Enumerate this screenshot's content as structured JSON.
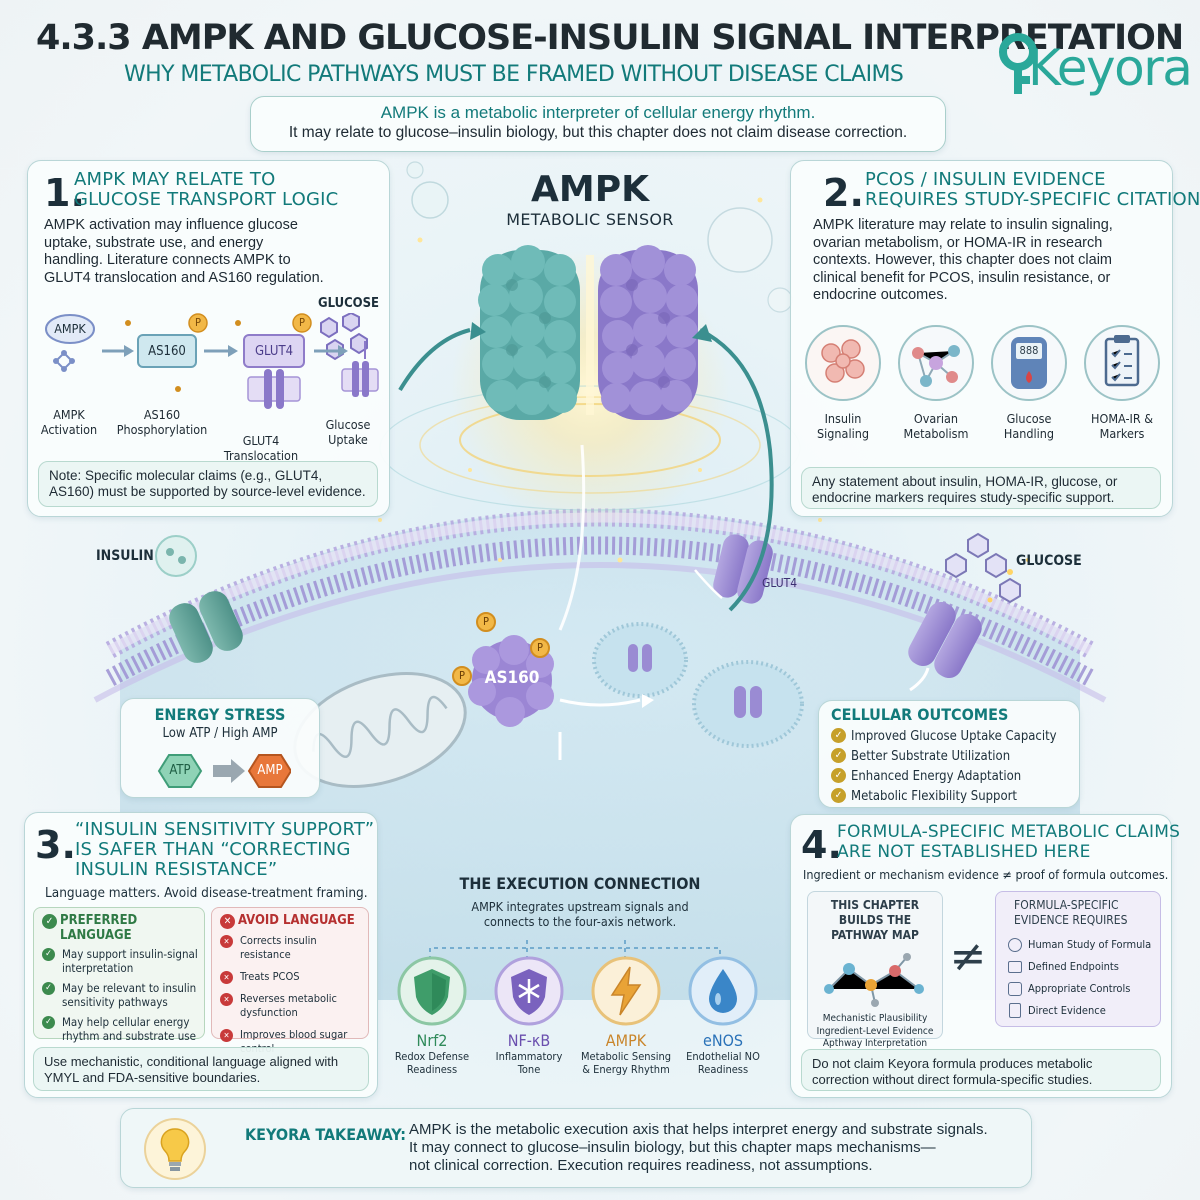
{
  "header": {
    "title": "4.3.3 AMPK AND GLUCOSE-INSULIN SIGNAL INTERPRETATION",
    "subtitle": "WHY METABOLIC PATHWAYS MUST BE FRAMED WITHOUT DISEASE CLAIMS",
    "brand": "Keyora"
  },
  "banner": {
    "line1": "AMPK is a metabolic interpreter of cellular energy rhythm.",
    "line2": "It may relate to glucose–insulin biology, but this chapter does not claim disease correction."
  },
  "section1": {
    "number": "1.",
    "title_line1": "AMPK MAY RELATE TO",
    "title_line2": "GLUCOSE TRANSPORT LOGIC",
    "body": "AMPK activation may influence glucose uptake, substrate use, and energy handling. Literature connects AMPK to GLUT4 translocation and AS160 regulation.",
    "glucose_label": "GLUCOSE",
    "node_ampk": "AMPK",
    "node_as160": "AS160",
    "node_glut4": "GLUT4",
    "p_label": "P",
    "steps": [
      "AMPK Activation",
      "AS160 Phosphorylation",
      "GLUT4 Translocation",
      "Glucose Uptake"
    ],
    "note": "Note: Specific molecular claims (e.g., GLUT4, AS160) must be supported by source-level evidence."
  },
  "center": {
    "title": "AMPK",
    "subtitle": "METABOLIC SENSOR"
  },
  "section2": {
    "number": "2.",
    "title_line1": "PCOS / INSULIN EVIDENCE",
    "title_line2": "REQUIRES STUDY-SPECIFIC CITATION",
    "body": "AMPK literature may relate to insulin signaling, ovarian metabolism, or HOMA-IR in research contexts. However, this chapter does not claim clinical benefit for PCOS, insulin resistance, or endocrine outcomes.",
    "icons": [
      {
        "label": "Insulin Signaling",
        "icon": "insulin-signaling-icon"
      },
      {
        "label": "Ovarian Metabolism",
        "icon": "ovarian-metabolism-icon"
      },
      {
        "label": "Glucose Handling",
        "icon": "glucose-meter-icon"
      },
      {
        "label": "HOMA-IR & Markers",
        "icon": "clipboard-icon"
      }
    ],
    "meter_readout": "888",
    "note": "Any statement about insulin, HOMA-IR, glucose, or endocrine markers requires study-specific support."
  },
  "diagram": {
    "insulin_label": "INSULIN",
    "glucose_label": "GLUCOSE",
    "glut4_label": "GLUT4",
    "as160_label": "AS160",
    "p_label": "P"
  },
  "energy": {
    "title": "ENERGY STRESS",
    "subtitle": "Low ATP / High AMP",
    "atp": "ATP",
    "amp": "AMP"
  },
  "outcomes": {
    "title": "CELLULAR OUTCOMES",
    "items": [
      "Improved Glucose Uptake Capacity",
      "Better Substrate Utilization",
      "Enhanced Energy Adaptation",
      "Metabolic Flexibility Support"
    ]
  },
  "section3": {
    "number": "3.",
    "title_line1": "“INSULIN SENSITIVITY SUPPORT”",
    "title_line2": "IS SAFER THAN “CORRECTING",
    "title_line3": "INSULIN RESISTANCE”",
    "intro": "Language matters. Avoid disease-treatment framing.",
    "preferred_title": "PREFERRED LANGUAGE",
    "preferred": [
      "May support insulin-signal interpretation",
      "May be relevant to insulin sensitivity pathways",
      "May help cellular energy rhythm and substrate use"
    ],
    "avoid_title": "AVOID LANGUAGE",
    "avoid": [
      "Corrects insulin resistance",
      "Treats PCOS",
      "Reverses metabolic dysfunction",
      "Improves blood sugar control"
    ],
    "note": "Use mechanistic, conditional language aligned with YMYL and FDA-sensitive boundaries."
  },
  "execution": {
    "title": "THE EXECUTION CONNECTION",
    "body": "AMPK integrates upstream signals and connects to the four-axis network.",
    "axes": [
      {
        "name": "Nrf2",
        "desc": "Redox Defense Readiness",
        "color": "#2f8a5a",
        "icon": "shield-icon"
      },
      {
        "name": "NF-κB",
        "desc": "Inflammatory Tone",
        "color": "#6a4fae",
        "icon": "asterisk-icon"
      },
      {
        "name": "AMPK",
        "desc": "Metabolic Sensing & Energy Rhythm",
        "color": "#c9852a",
        "icon": "lightning-icon"
      },
      {
        "name": "eNOS",
        "desc": "Endothelial NO Readiness",
        "color": "#2a72b8",
        "icon": "drop-icon"
      }
    ]
  },
  "section4": {
    "number": "4.",
    "title_line1": "FORMULA-SPECIFIC METABOLIC CLAIMS",
    "title_line2": "ARE NOT ESTABLISHED HERE",
    "intro": "Ingredient or mechanism evidence ≠ proof of formula outcomes.",
    "left_title": "THIS CHAPTER BUILDS THE PATHWAY MAP",
    "left_caption": [
      "Mechanistic Plausibility",
      "Ingredient-Level Evidence",
      "Apthway Interpretation"
    ],
    "neq": "≠",
    "right_title": "FORMULA-SPECIFIC EVIDENCE REQUIRES",
    "right_items": [
      {
        "label": "Human Study of Formula",
        "icon": "person-icon"
      },
      {
        "label": "Defined Endpoints",
        "icon": "calendar-icon"
      },
      {
        "label": "Appropriate Controls",
        "icon": "controls-icon"
      },
      {
        "label": "Direct Evidence",
        "icon": "document-icon"
      }
    ],
    "note": "Do not claim Keyora formula produces metabolic correction without direct formula-specific studies."
  },
  "takeaway": {
    "title": "KEYORA TAKEAWAY:",
    "line1": "AMPK is the metabolic execution axis that helps interpret energy and substrate signals.",
    "line2": "It may connect to glucose–insulin biology, but this chapter maps mechanisms—",
    "line3": "not clinical correction. Execution requires readiness, not assumptions."
  },
  "colors": {
    "teal": "#127a7a",
    "ampk_teal": "#4fa6a3",
    "ampk_purple": "#8a78c9",
    "avoid_red": "#c83a3a",
    "check_green": "#3c8a4e"
  }
}
